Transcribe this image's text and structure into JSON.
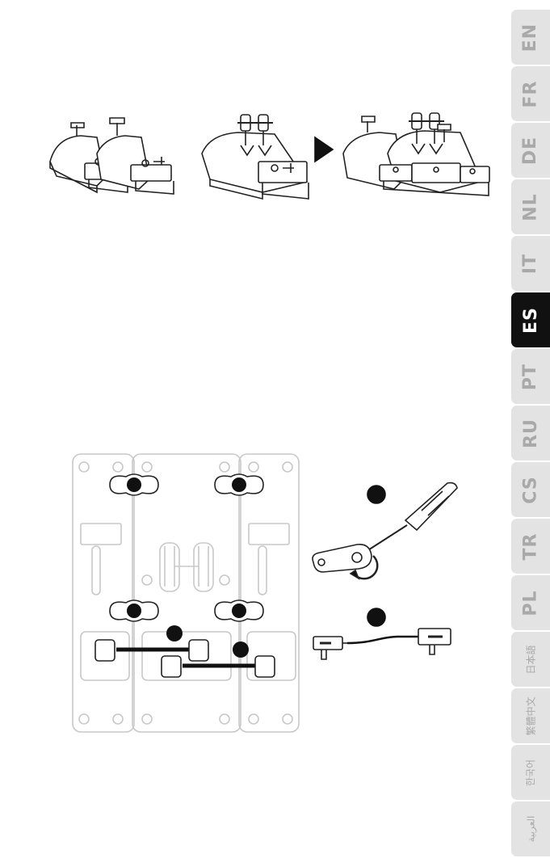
{
  "languages": [
    {
      "code": "EN",
      "active": false
    },
    {
      "code": "FR",
      "active": false
    },
    {
      "code": "DE",
      "active": false
    },
    {
      "code": "NL",
      "active": false
    },
    {
      "code": "IT",
      "active": false
    },
    {
      "code": "ES",
      "active": true
    },
    {
      "code": "PT",
      "active": false
    },
    {
      "code": "RU",
      "active": false
    },
    {
      "code": "CS",
      "active": false
    },
    {
      "code": "TR",
      "active": false
    },
    {
      "code": "PL",
      "active": false
    },
    {
      "code": "日本語",
      "active": false
    },
    {
      "code": "繁體中文",
      "active": false
    },
    {
      "code": "한국어",
      "active": false
    },
    {
      "code": "العربية",
      "active": false
    }
  ],
  "colors": {
    "active_tab": "#111111",
    "inactive_tab": "#e3e3e3",
    "inactive_text": "#a9a9a9",
    "line_art": "#222222",
    "faded_base": "#c8c8c8"
  },
  "icons": [
    "play-arrow-icon",
    "screwdriver-icon",
    "usb-cable-icon",
    "rotate-arrow-icon"
  ]
}
